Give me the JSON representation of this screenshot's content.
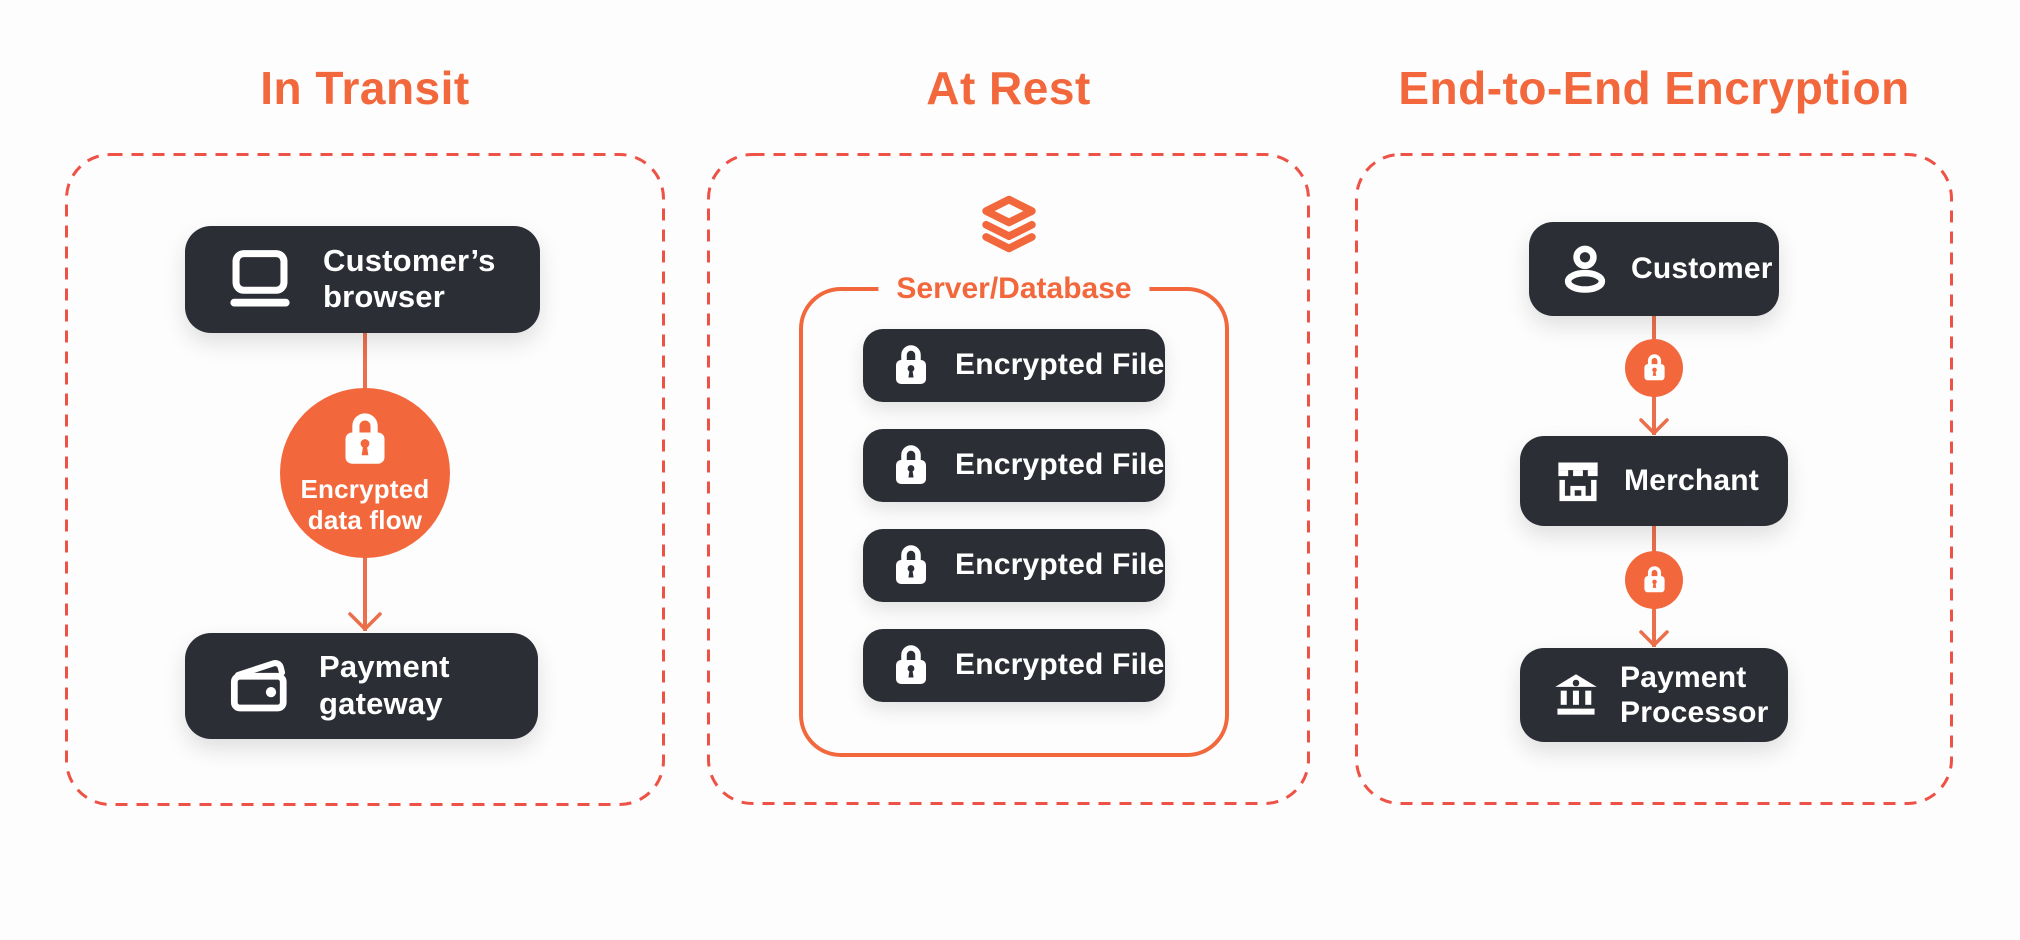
{
  "colors": {
    "accent_orange": "#F2683C",
    "dashed_border": "#EE5246",
    "node_background": "#2B2E35",
    "connector_line": "#EC6F4B",
    "page_background": "#FDFDFD",
    "label_text": "#FFFFFF"
  },
  "panel_in_transit": {
    "title": "In Transit",
    "browser_label": "Customer’s\nbrowser",
    "flow_badge_label": "Encrypted\ndata flow",
    "gateway_label": "Payment\ngateway"
  },
  "panel_at_rest": {
    "title": "At Rest",
    "server_label": "Server/Database",
    "files": [
      {
        "label": "Encrypted File"
      },
      {
        "label": "Encrypted File"
      },
      {
        "label": "Encrypted File"
      },
      {
        "label": "Encrypted File"
      }
    ]
  },
  "panel_e2e": {
    "title": "End-to-End Encryption",
    "customer_label": "Customer",
    "merchant_label": "Merchant",
    "processor_label": "Payment\nProcessor"
  }
}
